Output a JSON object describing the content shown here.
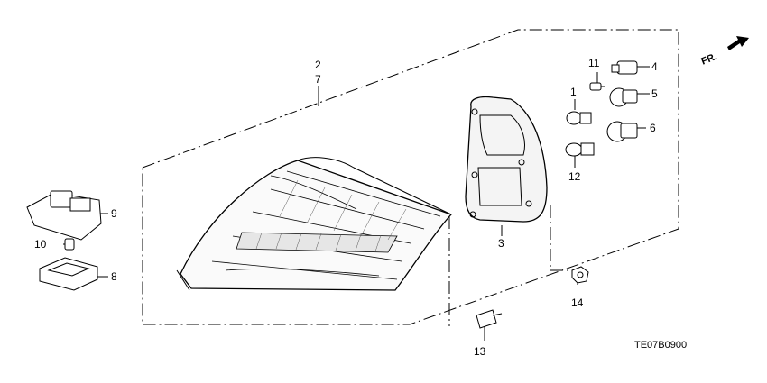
{
  "direction_indicator": "FR.",
  "diagram_code": "TE07B0900",
  "callouts": {
    "c1": "1",
    "c2": "2",
    "c3": "3",
    "c4": "4",
    "c5": "5",
    "c6": "6",
    "c7": "7",
    "c8": "8",
    "c9": "9",
    "c10": "10",
    "c11": "11",
    "c12": "12",
    "c13": "13",
    "c14": "14"
  }
}
